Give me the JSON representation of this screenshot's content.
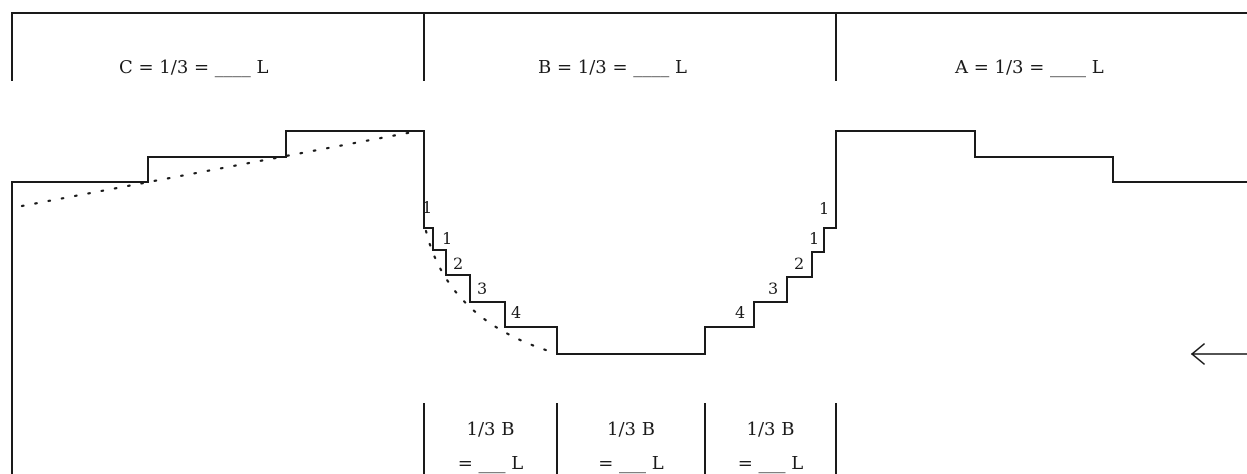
{
  "header": {
    "sections": [
      {
        "id": "C",
        "label": "C = 1/3 = ____ L"
      },
      {
        "id": "B",
        "label": "B = 1/3 = ____ L"
      },
      {
        "id": "A",
        "label": "A = 1/3 = ____ L"
      }
    ]
  },
  "left_steps": [
    "1",
    "1",
    "2",
    "3",
    "4"
  ],
  "right_steps": [
    "1",
    "1",
    "2",
    "3",
    "4"
  ],
  "bottom": {
    "boxes": [
      {
        "line1": "1/3  B",
        "line2": "= ___ L"
      },
      {
        "line1": "1/3  B",
        "line2": "= ___ L"
      },
      {
        "line1": "1/3  B",
        "line2": "= ___ L"
      }
    ]
  },
  "arrow_direction": "left",
  "colors": {
    "line": "#1a1a1a",
    "background": "#ffffff"
  }
}
